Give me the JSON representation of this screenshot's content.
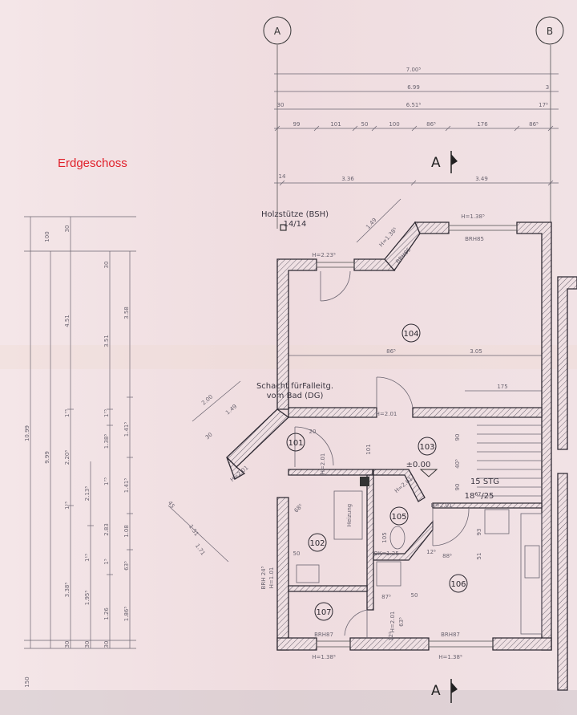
{
  "title": "Erdgeschoss",
  "colors": {
    "title": "#e0202a",
    "paper": "#f1e2e5",
    "lines": "#3a3540",
    "wall_hatch": "#6c6470"
  },
  "axes": [
    "A",
    "B"
  ],
  "section_marker": "A",
  "rooms": [
    "101",
    "102",
    "103",
    "104",
    "105",
    "106",
    "107"
  ],
  "notes": {
    "column": [
      "Holzstütze (BSH)",
      "14/14"
    ],
    "shaft": [
      "Schacht fürFalleitg.",
      "vom Bad (DG)"
    ],
    "level": "±0.00",
    "stairs": [
      "15 STG",
      "18⁶⁷/25"
    ],
    "heating": "Heizung"
  },
  "top_dimensions": {
    "overall": "7.00⁵",
    "inner": "6.99",
    "inner_right": "3",
    "clear": "6.51⁵",
    "clear_left": "30",
    "clear_right": "17⁵",
    "segments": [
      "99",
      "101",
      "50",
      "100",
      "86⁵",
      "176",
      "86⁵"
    ],
    "split": [
      "3.36",
      "3.49"
    ],
    "split_left": "14"
  },
  "left_dimensions": {
    "col1": [
      "10.99"
    ],
    "col2": [
      "100",
      "9.99"
    ],
    "col3": [
      "30",
      "4.51",
      "1⁷⁵",
      "2.20⁵",
      "1¹⁵",
      "3.38⁵",
      "30"
    ],
    "col4": [
      "2.13⁵",
      "1¹⁵",
      "1.95⁵",
      "30"
    ],
    "col5": [
      "30",
      "3.51",
      "1⁷⁵",
      "1.38⁵",
      "1⁷⁵",
      "2.83",
      "1⁵",
      "1.26",
      "30"
    ],
    "col6": [
      "3.58",
      "1.41⁵",
      "1.41⁵",
      "1.08",
      "63⁵",
      "1.86⁵"
    ],
    "bottom": "150"
  },
  "openings": {
    "door_104": "H=2.23⁵",
    "window_104_top": "H=1.38⁵",
    "window_104_top_sill": "BRH85",
    "bay_window": "H=1.38⁵",
    "bay_sill": "BRH85",
    "bay_dim": "1.49",
    "door_103_104": "H=2.01",
    "door_101": "H=2.01",
    "door_102": "H=2.01",
    "door_105": "H=2.01",
    "door_106": "H=2.01",
    "door_107": "H=2.01",
    "window_102": "BRH 24⁵",
    "window_102_h": "H=1.01",
    "window_107": "H=1.38⁵",
    "window_107_sill": "BRH87",
    "window_106": "H=1.38⁵",
    "window_106_sill": "BRH87",
    "wc_sill": "OK=1.25"
  },
  "inner_dimensions": {
    "d104_a": "86⁵",
    "d104_b": "3.05",
    "d104_c": "175",
    "d101_a": "2.00",
    "d101_b": "1.49",
    "d101_c": "30",
    "d101_d": "20",
    "d103_a": "101",
    "d103_b": "90",
    "d103_c": "40⁵",
    "d103_d": "90",
    "d102_a": "50",
    "d102_b": "68⁵",
    "d105_a": "105",
    "d106_a": "88⁵",
    "d106_b": "12⁵",
    "d106_c": "87⁵",
    "d106_d": "50",
    "d106_e": "93",
    "d106_f": "51",
    "d106_g": "63⁵",
    "d106_h": "12⁵",
    "diag_a": "1.51",
    "diag_b": "1.71",
    "diag_c": "45"
  }
}
